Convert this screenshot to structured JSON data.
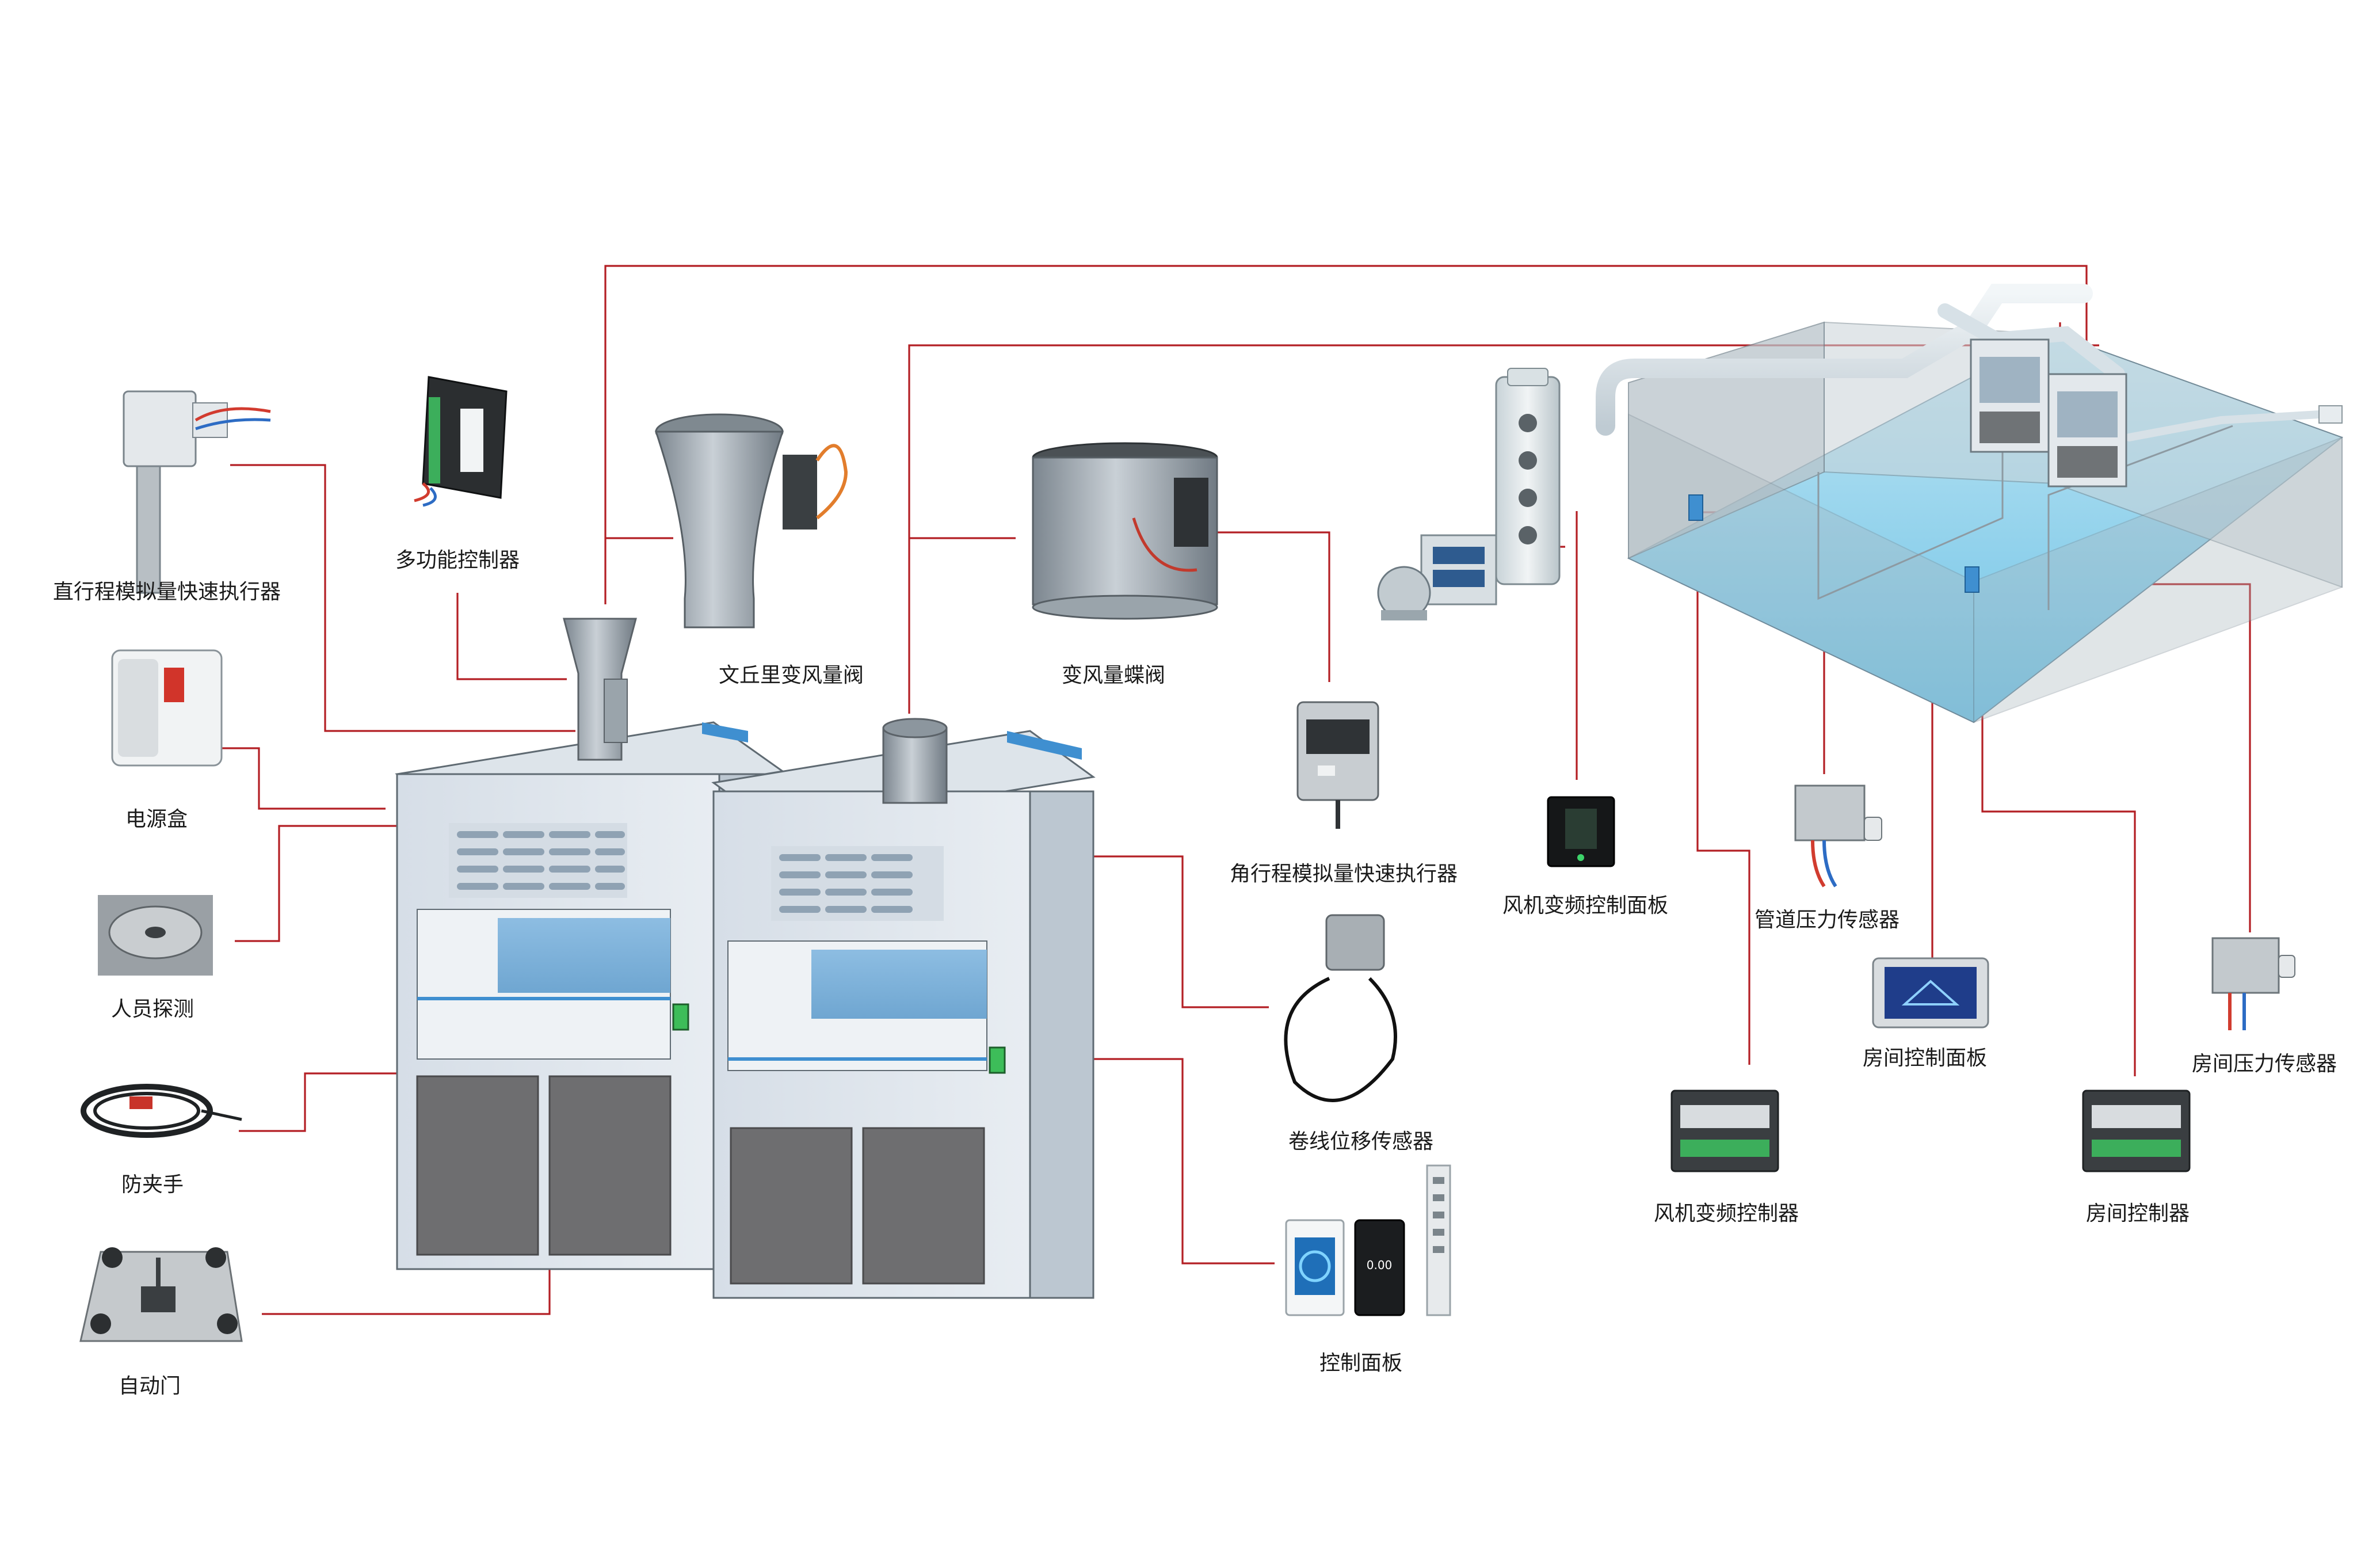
{
  "colors": {
    "connector": "#b31f24",
    "cabinet_light": "#dfe6ee",
    "cabinet_mid": "#c7d1db",
    "cabinet_dark": "#6e6e70",
    "sash_blue": "#7fb2da",
    "room_water": "#7cc6e6",
    "duct": "#dfe8ee"
  },
  "labels": {
    "linear_actuator": "直行程模拟量快速执行器",
    "power_box": "电源盒",
    "presence_detector": "人员探测",
    "anti_pinch": "防夹手",
    "auto_door": "自动门",
    "multi_controller": "多功能控制器",
    "venturi_valve": "文丘里变风量阀",
    "butterfly_valve": "变风量蝶阀",
    "rotary_actuator": "角行程模拟量快速执行器",
    "sash_sensor": "卷线位移传感器",
    "control_panel": "控制面板",
    "fan_vfd_panel": "风机变频控制面板",
    "duct_pressure_sensor": "管道压力传感器",
    "room_control_panel": "房间控制面板",
    "room_pressure_sensor": "房间压力传感器",
    "fan_vfd_controller": "风机变频控制器",
    "room_controller": "房间控制器"
  },
  "device_screen": {
    "display_value": "0.00"
  }
}
